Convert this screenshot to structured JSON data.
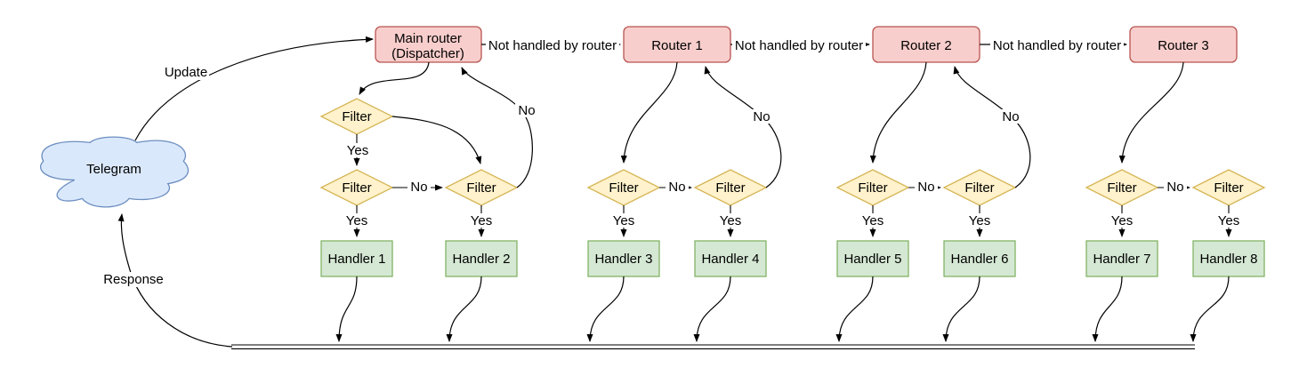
{
  "nodes": {
    "telegram": "Telegram",
    "main_router_line1": "Main router",
    "main_router_line2": "(Dispatcher)",
    "routers": [
      "Router 1",
      "Router 2",
      "Router 3"
    ],
    "filter": "Filter",
    "handlers": [
      "Handler 1",
      "Handler 2",
      "Handler 3",
      "Handler 4",
      "Handler 5",
      "Handler 6",
      "Handler 7",
      "Handler 8"
    ]
  },
  "edge_labels": {
    "update": "Update",
    "response": "Response",
    "not_handled": "Not handled by router",
    "yes": "Yes",
    "no": "No"
  },
  "colors": {
    "router_fill": "#f8cecc",
    "router_stroke": "#b85450",
    "filter_fill": "#fff2cc",
    "filter_stroke": "#d6b656",
    "handler_fill": "#d5e8d4",
    "handler_stroke": "#82b366",
    "cloud_fill": "#dae8fc",
    "cloud_stroke": "#6c8ebf",
    "edge": "#000000",
    "text": "#000000",
    "background": "#ffffff"
  }
}
